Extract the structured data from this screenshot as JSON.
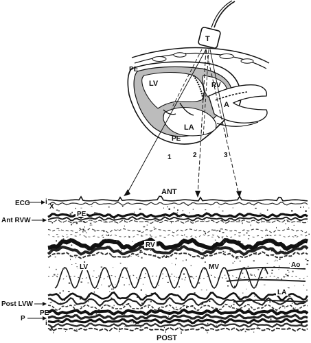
{
  "transducer": {
    "label": "T"
  },
  "heart_labels": {
    "lv": "LV",
    "rv": "RV",
    "la": "LA",
    "aorta": "A",
    "pe_top": "PE",
    "pe_bottom": "PE"
  },
  "beam_numbers": [
    "1",
    "2",
    "3"
  ],
  "mmode": {
    "top_label": "ANT",
    "bottom_label": "POST",
    "left_labels": {
      "ecg": "ECG",
      "ant_rvw": "Ant RVW",
      "post_lvw": "Post LVW",
      "pe": "PE",
      "p": "P"
    },
    "side_marks": [
      "i",
      "X",
      "i",
      "X"
    ],
    "trace_labels": {
      "pe": "PE",
      "rv": "RV",
      "lv": "LV",
      "mv": "MV",
      "ao": "Ao",
      "la": "LA"
    }
  }
}
